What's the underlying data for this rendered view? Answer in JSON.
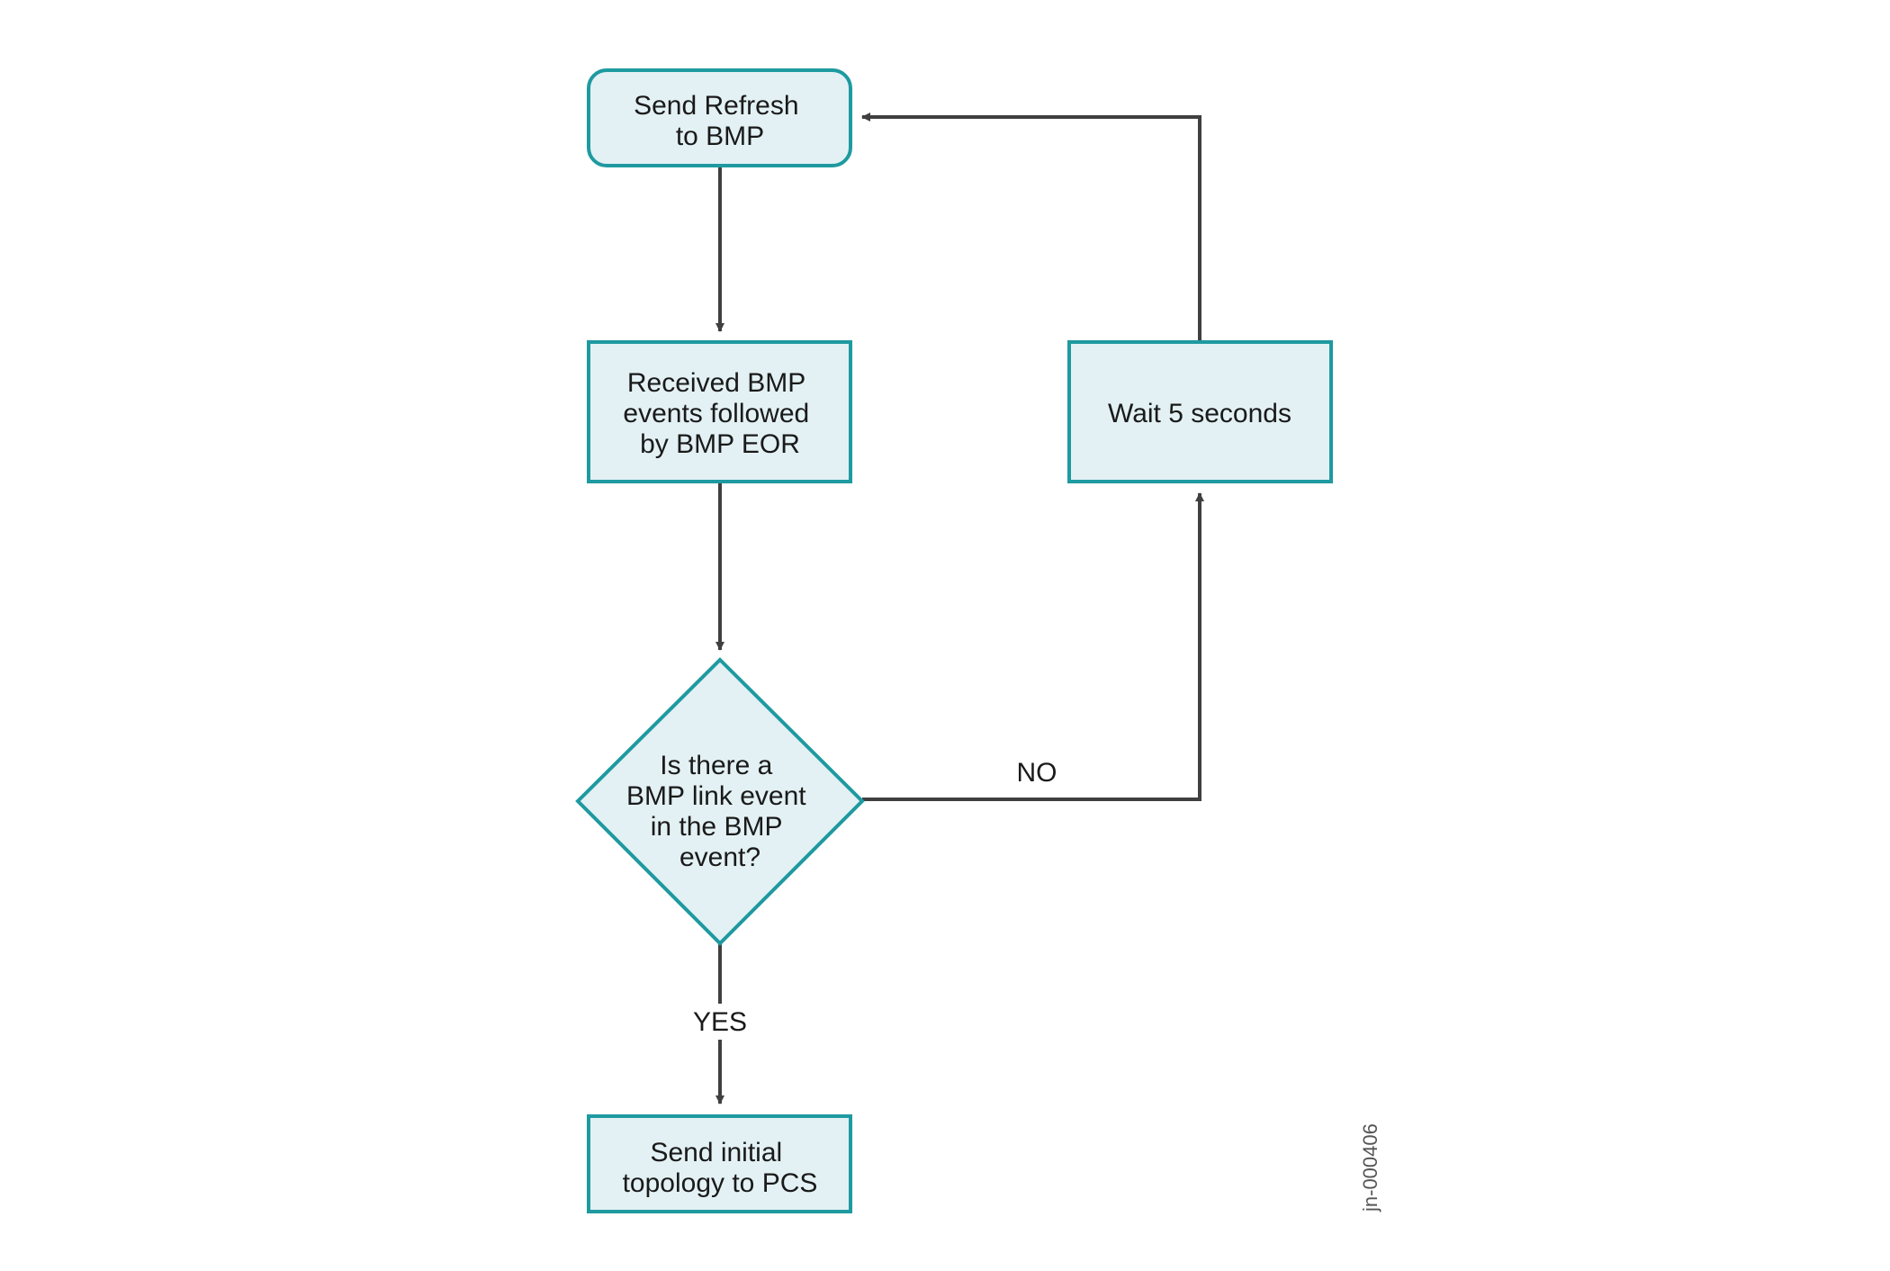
{
  "colors": {
    "node_fill": "#e3f1f4",
    "node_stroke": "#1e9aa0",
    "edge": "#404040",
    "text": "#1a1a1a"
  },
  "nodes": {
    "send_refresh": {
      "lines": [
        "Send Refresh",
        "to BMP"
      ]
    },
    "received_events": {
      "lines": [
        "Received BMP",
        "events followed",
        "by BMP EOR"
      ]
    },
    "decision": {
      "lines": [
        "Is there a",
        "BMP link event",
        "in the BMP",
        "event?"
      ]
    },
    "wait": {
      "lines": [
        "Wait 5 seconds"
      ]
    },
    "send_topology": {
      "lines": [
        "Send initial",
        "topology to PCS"
      ]
    }
  },
  "edges": {
    "no_label": "NO",
    "yes_label": "YES"
  },
  "figure_id": "jn-000406"
}
